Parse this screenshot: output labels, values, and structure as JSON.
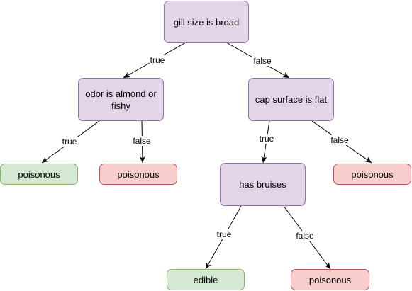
{
  "nodes": {
    "root": {
      "label": "gill size is broad"
    },
    "odor": {
      "label": "odor is almond or fishy"
    },
    "cap": {
      "label": "cap surface is flat"
    },
    "bruises": {
      "label": "has bruises"
    },
    "leaf_odor_true": {
      "label": "poisonous"
    },
    "leaf_odor_false": {
      "label": "poisonous"
    },
    "leaf_cap_false": {
      "label": "poisonous"
    },
    "leaf_bruises_true": {
      "label": "edible"
    },
    "leaf_bruises_false": {
      "label": "poisonous"
    }
  },
  "edges": {
    "root_true": {
      "label": "true"
    },
    "root_false": {
      "label": "false"
    },
    "odor_true": {
      "label": "true"
    },
    "odor_false": {
      "label": "false"
    },
    "cap_true": {
      "label": "true"
    },
    "cap_false": {
      "label": "false"
    },
    "bruises_true": {
      "label": "true"
    },
    "bruises_false": {
      "label": "false"
    }
  },
  "colors": {
    "decision_fill": "#e1d5e7",
    "decision_stroke": "#9673a6",
    "edible_fill": "#d5e8d4",
    "edible_stroke": "#82b366",
    "poisonous_fill": "#f8cecc",
    "poisonous_stroke": "#b85450"
  }
}
